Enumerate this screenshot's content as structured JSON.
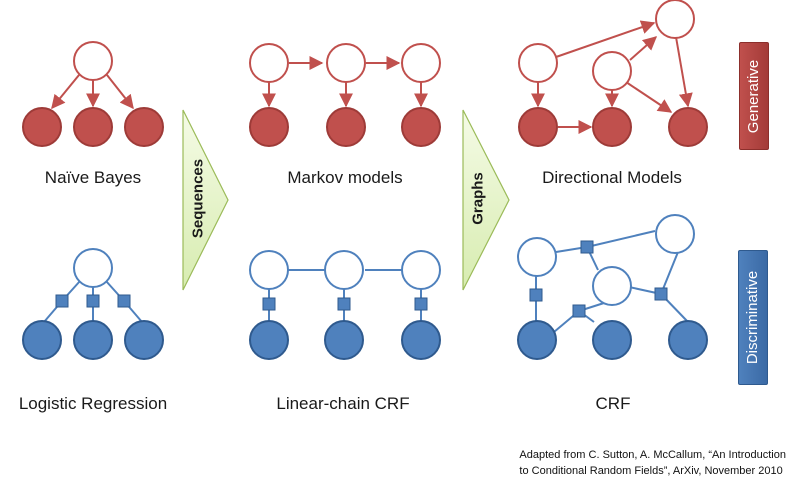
{
  "labels": {
    "naive_bayes": "Naïve Bayes",
    "markov_models": "Markov models",
    "directional_models": "Directional Models",
    "logistic_regression": "Logistic Regression",
    "linear_chain_crf": "Linear-chain CRF",
    "crf": "CRF"
  },
  "arrows": {
    "sequences": "Sequences",
    "graphs": "Graphs"
  },
  "badges": {
    "generative": "Generative",
    "discriminative": "Discriminative"
  },
  "citation": {
    "line1": "Adapted from C. Sutton, A. McCallum, “An Introduction",
    "line2": "to Conditional Random Fields”, ArXiv, November 2010"
  },
  "colors": {
    "generative_line": "#c0504d",
    "generative_fill": "#c0504d",
    "discriminative_line": "#4f81bd",
    "discriminative_fill": "#4f81bd",
    "arrow_fill": "#e6f5c8",
    "arrow_stroke": "#9bbb59"
  }
}
